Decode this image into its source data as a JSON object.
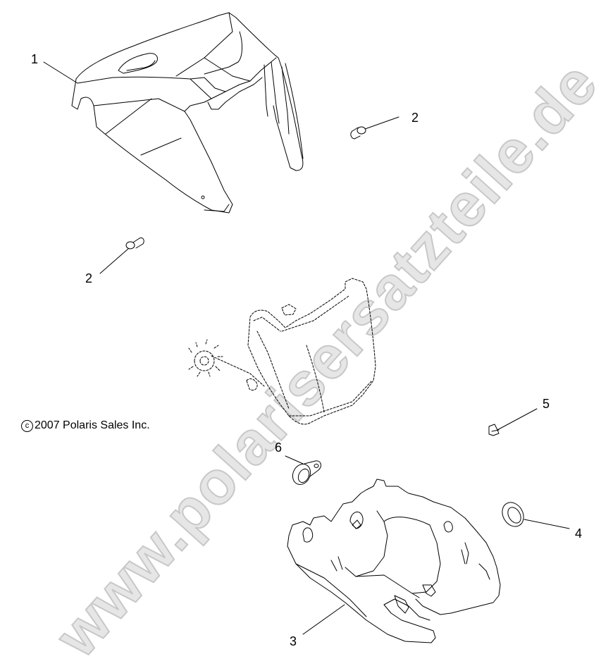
{
  "diagram": {
    "type": "exploded-parts-diagram",
    "copyright": {
      "symbol": "c",
      "text": "2007 Polaris Sales Inc."
    },
    "watermark": {
      "text": "www.polarisersatzteile.de",
      "fill_color": "#e6e6e6",
      "outline_color": "#c8c8c8"
    },
    "callouts": [
      {
        "id": "callout-1",
        "label": "1",
        "part": "headlight-pod-cover"
      },
      {
        "id": "callout-2a",
        "label": "2",
        "part": "screw-right"
      },
      {
        "id": "callout-2b",
        "label": "2",
        "part": "screw-left"
      },
      {
        "id": "callout-3",
        "label": "3",
        "part": "headlight-pod-lower-housing"
      },
      {
        "id": "callout-4",
        "label": "4",
        "part": "grommet-ring"
      },
      {
        "id": "callout-5",
        "label": "5",
        "part": "clip-nut"
      },
      {
        "id": "callout-6",
        "label": "6",
        "part": "plug-cap"
      }
    ],
    "reference_parts": [
      {
        "name": "headlight-assembly",
        "style": "dashed-phantom"
      },
      {
        "name": "adjuster-gear",
        "style": "dashed-phantom"
      }
    ],
    "line_color": "#000000"
  }
}
